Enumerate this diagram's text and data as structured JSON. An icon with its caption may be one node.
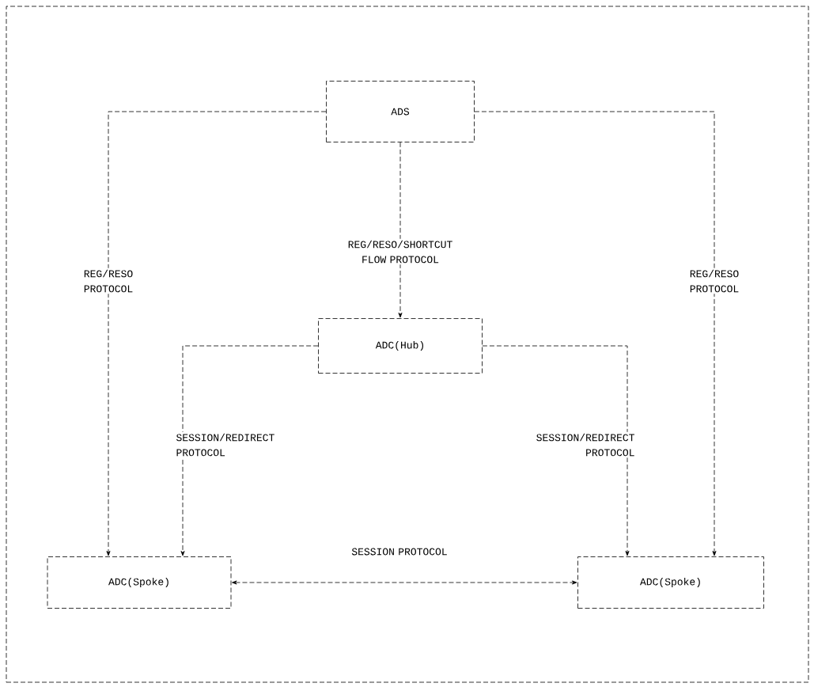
{
  "diagram": {
    "nodes": [
      {
        "text": [],
        "shape": "box"
      },
      {
        "text": [
          "ADS"
        ],
        "in": 0
      },
      {
        "text": [
          "ADC(Hub)"
        ],
        "in": 0
      },
      {
        "text": [
          "ADC(Spoke)"
        ],
        "in": 0
      },
      {
        "text": [
          "ADC(Spoke)"
        ],
        "in": 0
      }
    ],
    "edges": [
      {
        "from": 1,
        "to": 2,
        "arrow": "to",
        "label": "REG/RESO/SHORTCUT FLOW PROTOCOL"
      },
      {
        "from": 1,
        "to": 3,
        "arrow": "to",
        "label": "REG/RESO PROTOCOL"
      },
      {
        "from": 1,
        "to": 4,
        "arrow": "to",
        "label": "REG/RESO PROTOCOL"
      },
      {
        "from": 2,
        "to": 3,
        "arrow": "to",
        "label": "SESSION/REDIRECT PROTOCOL"
      },
      {
        "from": 2,
        "to": 4,
        "arrow": "to",
        "label": "SESSION/REDIRECT PROTOCOL"
      },
      {
        "from": 3,
        "to": 4,
        "arrow": "both",
        "label": "SESSION PROTOCOL"
      }
    ]
  }
}
